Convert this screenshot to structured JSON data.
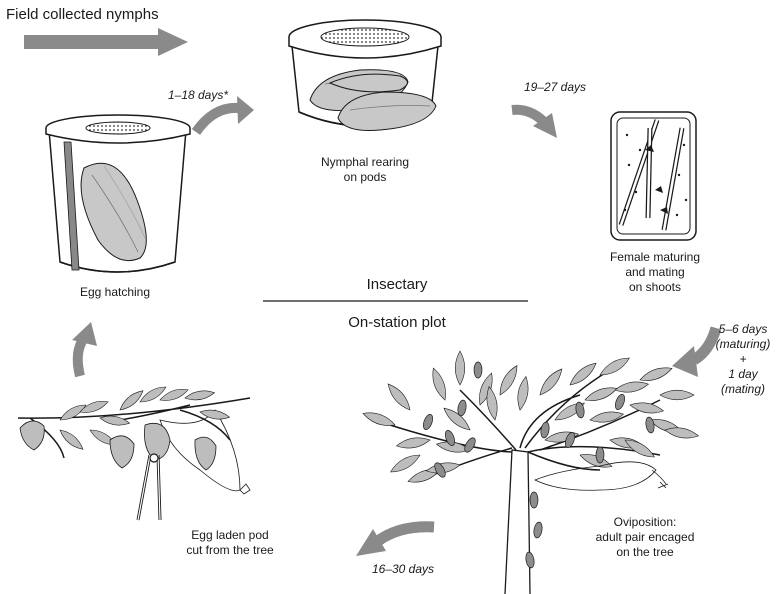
{
  "title": "Field collected nymphs",
  "zones": {
    "insectary": "Insectary",
    "on_station": "On-station plot"
  },
  "stages": {
    "nymphal_rearing": "Nymphal rearing\non pods",
    "female_maturing": "Female maturing\nand mating\non shoots",
    "oviposition": "Oviposition:\nadult pair encaged\non the tree",
    "egg_laden_pod": "Egg laden pod\ncut from the tree",
    "egg_hatching": "Egg hatching"
  },
  "durations": {
    "hatch_to_rearing": "1–18 days*",
    "rearing_to_maturing": "19–27 days",
    "maturing_to_oviposition": "5–6 days\n(maturing)\n+\n1 day\n(mating)",
    "oviposition_to_pod": "16–30 days"
  },
  "colors": {
    "arrow": "#8a8a8a",
    "pod": "#c8c8c8",
    "line": "#1a1a1a"
  }
}
